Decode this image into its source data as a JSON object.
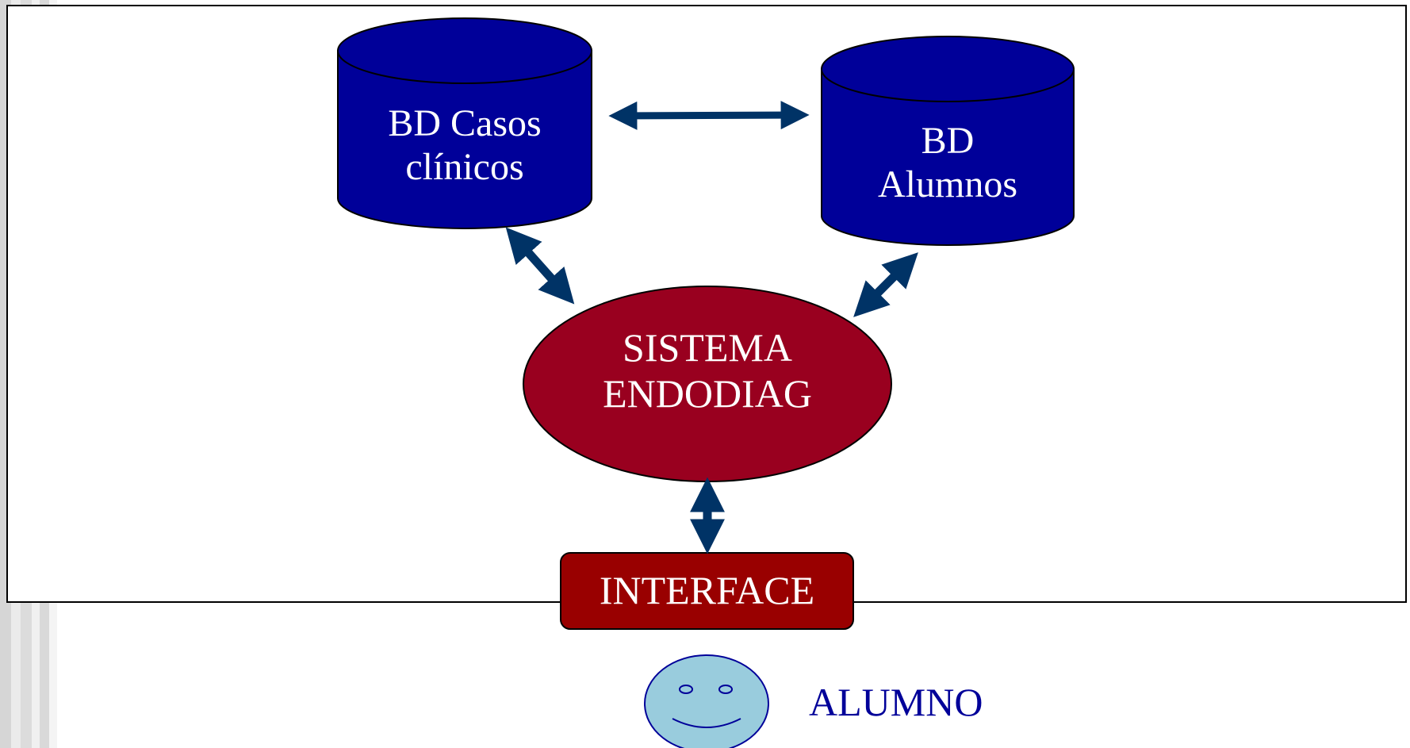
{
  "nodes": {
    "db_cases": {
      "line1": "BD Casos",
      "line2": "clínicos"
    },
    "db_students": {
      "line1": "BD",
      "line2": "Alumnos"
    },
    "system": {
      "line1": "SISTEMA",
      "line2": "ENDODIAG"
    },
    "interface": {
      "label": "INTERFACE"
    },
    "user": {
      "label": "ALUMNO"
    }
  },
  "colors": {
    "database_fill": "#000099",
    "system_fill": "#99001f",
    "interface_fill": "#990000",
    "arrow": "#003366",
    "face_fill": "#99ccdd",
    "face_stroke": "#000099",
    "user_label": "#000099"
  }
}
